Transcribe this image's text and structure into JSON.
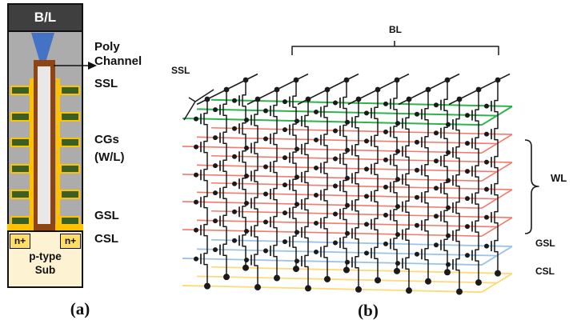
{
  "panel_a": {
    "bl_box_label": "B/L",
    "labels": {
      "poly_line1": "Poly",
      "poly_line2": "Channel",
      "ssl": "SSL",
      "cgs_line1": "CGs",
      "cgs_line2": "(W/L)",
      "gsl": "GSL",
      "csl": "CSL"
    },
    "substrate": {
      "n_plus_left": "n+",
      "n_plus_right": "n+",
      "ptype_line1": "p-type",
      "ptype_line2": "Sub"
    },
    "caption": "(a)",
    "gate_layers_per_side": 6,
    "colors": {
      "bl_box": "#3F3F3F",
      "oxide_gray": "#ACACAC",
      "plug_blue": "#4472C4",
      "channel_brown": "#8F4511",
      "core_fill": "#E8E8E8",
      "gate_green": "#3A5F23",
      "dielectric_yellow": "#FFC100",
      "substrate_cream": "#FDF2D2",
      "n_plus_gold": "#FFDD66"
    }
  },
  "panel_b": {
    "labels": {
      "bl": "BL",
      "ssl": "SSL",
      "wl": "WL",
      "gsl": "GSL",
      "csl": "CSL"
    },
    "caption": "(b)",
    "structure": {
      "depth_rows": 3,
      "string_columns": 6,
      "wl_layers": 4,
      "ssl_layers": 1,
      "gsl_layers": 1,
      "csl_layers": 1
    },
    "colors": {
      "ssl_line": "#2DB34A",
      "wl_line": "#F4796B",
      "gsl_line": "#9CC2E5",
      "csl_line": "#FFD978",
      "string_black": "#1a1a1a"
    }
  }
}
